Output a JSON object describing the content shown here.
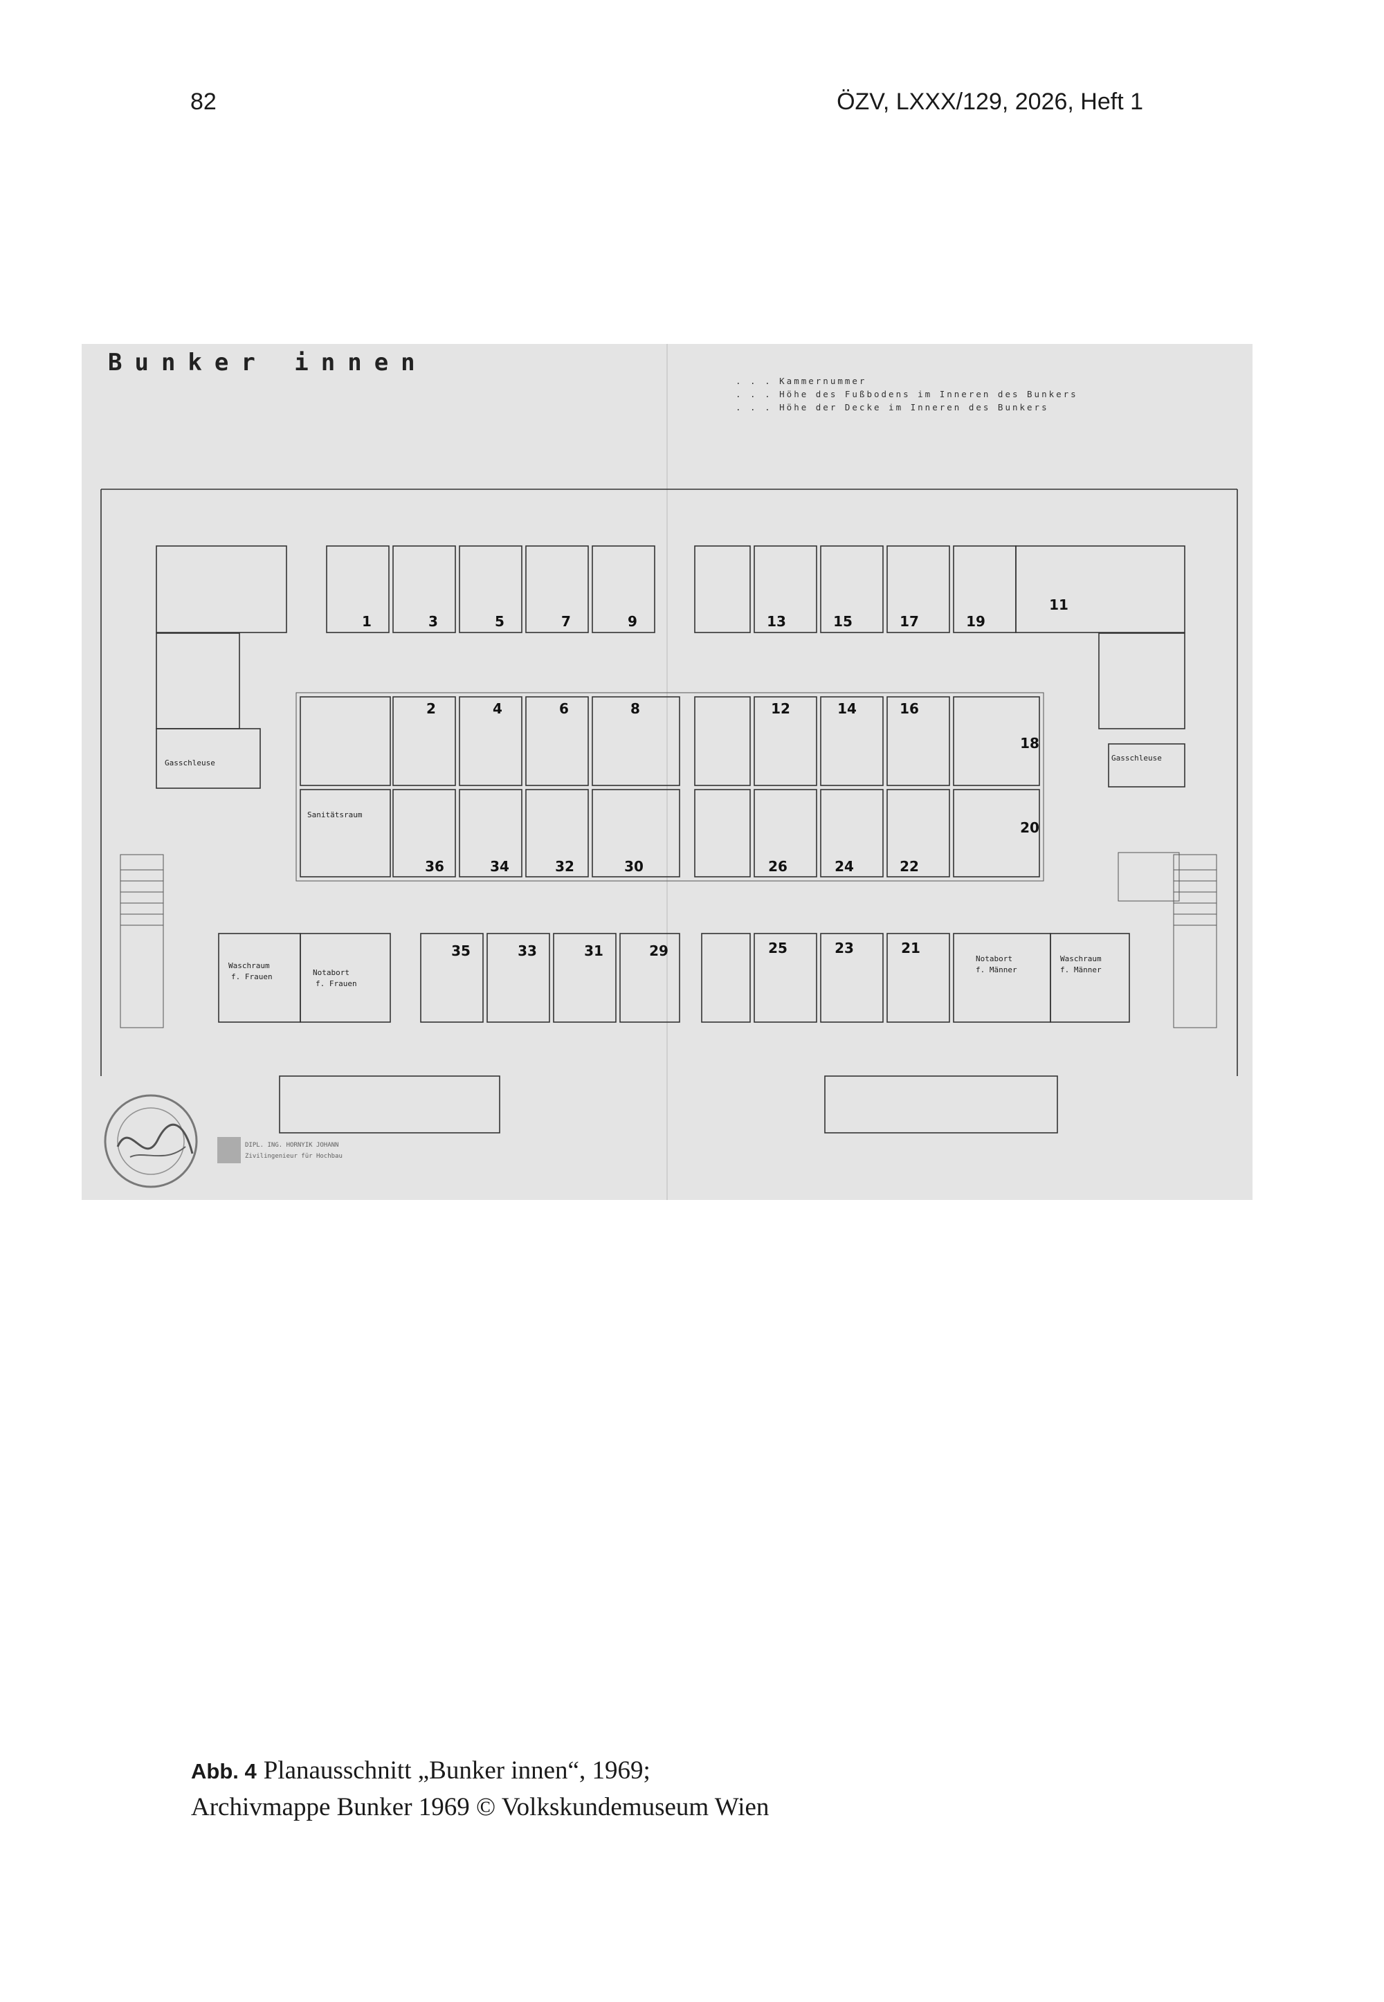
{
  "header": {
    "page_number": "82",
    "running_head": "ÖZV, LXXX/129, 2026, Heft 1"
  },
  "figure": {
    "plan_title": "Bunker innen",
    "legend": [
      ". . . Kammernummer",
      ". . . Höhe des Fußbodens im Inneren des Bunkers",
      ". . . Höhe der Decke im Inneren des Bunkers"
    ],
    "rooms_top": [
      "1",
      "3",
      "5",
      "7",
      "9",
      "",
      "13",
      "15",
      "17",
      "19",
      "11"
    ],
    "rooms_upper_mid": [
      "2",
      "4",
      "6",
      "8",
      "",
      "12",
      "14",
      "16",
      "18"
    ],
    "rooms_lower_mid": [
      "36",
      "34",
      "32",
      "30",
      "",
      "26",
      "24",
      "22",
      "20"
    ],
    "rooms_bottom": [
      "35",
      "33",
      "31",
      "29",
      "",
      "25",
      "23",
      "21"
    ],
    "labels": {
      "sanitaetsraum": "Sanitätsraum",
      "gasschleuse_left": "Gasschleuse",
      "gasschleuse_right": "Gasschleuse",
      "waschraum_frauen_1": "Waschraum",
      "waschraum_frauen_2": "f. Frauen",
      "notabort_frauen_1": "Notabort",
      "notabort_frauen_2": "f. Frauen",
      "notabort_maenner_1": "Notabort",
      "notabort_maenner_2": "f. Männer",
      "waschraum_maenner_1": "Waschraum",
      "waschraum_maenner_2": "f. Männer"
    },
    "stamp_text": "DIPL. ING. HORNYIK JOHANN",
    "stamp_subtext": "Zivilingenieur für Hochbau"
  },
  "caption": {
    "label": "Abb. 4",
    "text_line1": "Planausschnitt „Bunker innen“, 1969;",
    "text_line2": "Archivmappe Bunker 1969 © Volkskundemuseum Wien"
  }
}
